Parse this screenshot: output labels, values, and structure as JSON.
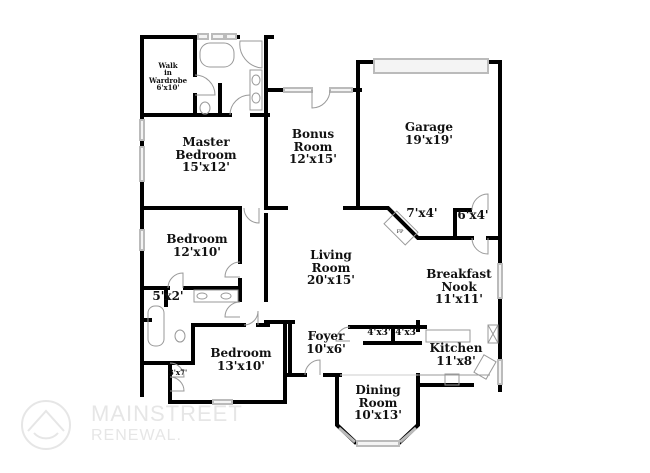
{
  "floorplan": {
    "rooms": [
      {
        "id": "walk-in-wardrobe",
        "lines": [
          "Walk",
          "in",
          "Wardrobe",
          "6'x10'"
        ]
      },
      {
        "id": "master-bedroom",
        "lines": [
          "Master",
          "Bedroom",
          "15'x12'"
        ]
      },
      {
        "id": "bonus-room",
        "lines": [
          "Bonus",
          "Room",
          "12'x15'"
        ]
      },
      {
        "id": "garage",
        "lines": [
          "Garage",
          "19'x19'"
        ]
      },
      {
        "id": "laundry",
        "lines": [
          "7'x4'"
        ]
      },
      {
        "id": "pantry",
        "lines": [
          "6'x4'"
        ]
      },
      {
        "id": "bedroom-2",
        "lines": [
          "Bedroom",
          "12'x10'"
        ]
      },
      {
        "id": "living-room",
        "lines": [
          "Living",
          "Room",
          "20'x15'"
        ]
      },
      {
        "id": "breakfast-nook",
        "lines": [
          "Breakfast",
          "Nook",
          "11'x11'"
        ]
      },
      {
        "id": "linen-closet",
        "lines": [
          "5'x2'"
        ]
      },
      {
        "id": "foyer",
        "lines": [
          "Foyer",
          "10'x6'"
        ]
      },
      {
        "id": "closet-a",
        "lines": [
          "4'x3'"
        ]
      },
      {
        "id": "closet-b",
        "lines": [
          "4'x3'"
        ]
      },
      {
        "id": "kitchen",
        "lines": [
          "Kitchen",
          "11'x8'"
        ]
      },
      {
        "id": "bedroom-3",
        "lines": [
          "Bedroom",
          "13'x10'"
        ]
      },
      {
        "id": "bedroom-3-closet",
        "lines": [
          "3'x7'"
        ]
      },
      {
        "id": "dining-room",
        "lines": [
          "Dining",
          "Room",
          "10'x13'"
        ]
      }
    ],
    "fireplace_label": "FP",
    "colors": {
      "wall": "#000000",
      "window": "#cccccc",
      "fixture": "#999999",
      "background": "#ffffff",
      "watermark": "#e6e6e6"
    }
  },
  "watermark": {
    "line1": "MAINSTREET",
    "line2": "RENEWAL."
  }
}
